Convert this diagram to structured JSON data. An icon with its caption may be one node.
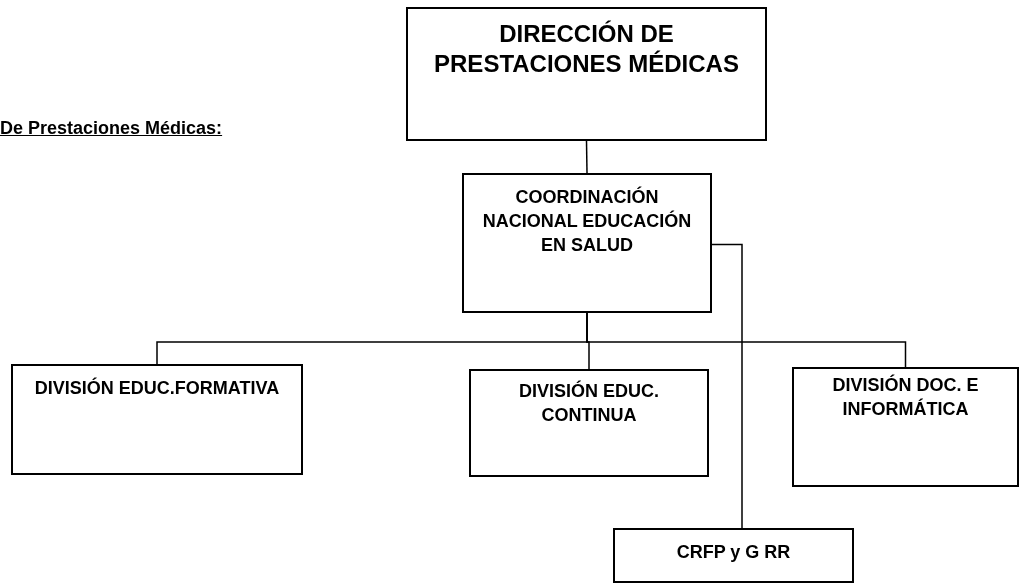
{
  "diagram": {
    "title": "De Prestaciones Médicas:",
    "nodes": [
      {
        "text": [
          "DIRECCIÓN DE PRESTACIONES MÉDICAS"
        ]
      },
      {
        "text": [
          "COORDINACIÓN NACIONAL EDUCACIÓN EN SALUD"
        ]
      },
      {
        "text": [
          "DIVISIÓN EDUC.FORMATIVA"
        ]
      },
      {
        "text": [
          "DIVISIÓN EDUC. CONTINUA"
        ]
      },
      {
        "text": [
          "DIVISIÓN DOC. E INFORMÁTICA"
        ]
      },
      {
        "text": [
          "CRFP y G RR"
        ]
      }
    ],
    "edges": [
      {
        "from": 0,
        "to": 1,
        "arrow": "none"
      },
      {
        "from": 1,
        "to": 2,
        "arrow": "none"
      },
      {
        "from": 1,
        "to": 3,
        "arrow": "none"
      },
      {
        "from": 1,
        "to": 4,
        "arrow": "none"
      },
      {
        "from": 1,
        "to": 5,
        "arrow": "none"
      }
    ]
  }
}
